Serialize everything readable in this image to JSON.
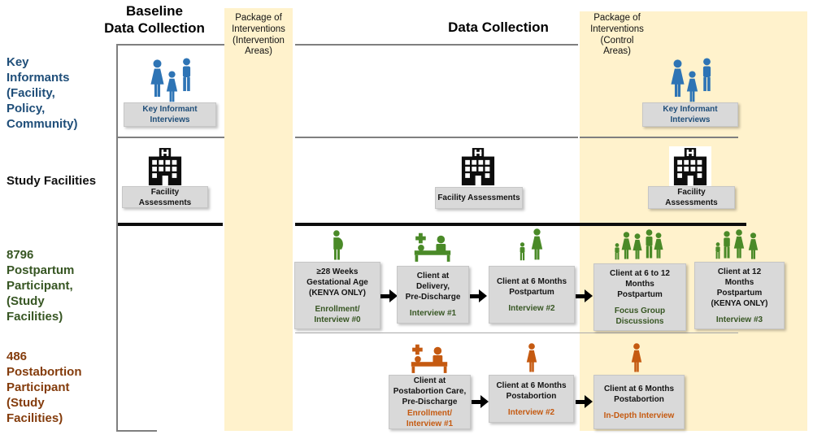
{
  "colors": {
    "band_yellow": "#FFF2CC",
    "box_gray": "#D9D9D9",
    "blue_label": "#1F4E79",
    "blue_icon": "#2E74B5",
    "green_label": "#375623",
    "green_icon": "#4A8A28",
    "orange_label": "#843C0C",
    "orange_icon": "#C55A11",
    "line_gray": "#7F7F7F",
    "line_thick_black": "#0D0D0D"
  },
  "headers": {
    "baseline": "Baseline\nData Collection",
    "data_collection": "Data Collection",
    "package_intervention": "Package of\nInterventions\n(Intervention\nAreas)",
    "package_control": "Package of\nInterventions\n(Control\nAreas)"
  },
  "row_labels": {
    "key_informants": "Key\nInformants\n(Facility,\nPolicy,\nCommunity)",
    "study_facilities": "Study Facilities",
    "postpartum": "8796\nPostpartum\nParticipant,\n(Study\nFacilities)",
    "postabortion": "486\nPostabortion\nParticipant\n(Study\nFacilities)"
  },
  "key_informants_row": {
    "icon": "people-trio-icon",
    "left_box": "Key Informant\nInterviews",
    "right_box": "Key Informant\nInterviews"
  },
  "study_facilities_row": {
    "icon": "hospital-icon",
    "left_box": "Facility Assessments",
    "mid_box": "Facility Assessments",
    "right_box": "Facility Assessments"
  },
  "postpartum_row": {
    "boxes": [
      {
        "icon": "pregnant-woman-icon",
        "title": "≥28 Weeks\nGestational Age\n(KENYA ONLY)",
        "subtitle": "Enrollment/\nInterview #0"
      },
      {
        "icon": "delivery-bed-icon",
        "title": "Client at\nDelivery,\nPre-Discharge",
        "subtitle": "Interview #1"
      },
      {
        "icon": "mother-child-icon",
        "title": "Client at 6 Months\nPostpartum",
        "subtitle": "Interview #2"
      },
      {
        "icon": "people-group-icon",
        "title": "Client at 6 to 12\nMonths\nPostpartum",
        "subtitle": "Focus Group\nDiscussions"
      },
      {
        "icon": "family-group-icon",
        "title": "Client at 12\nMonths\nPostpartum\n(KENYA ONLY)",
        "subtitle": "Interview #3"
      }
    ]
  },
  "postabortion_row": {
    "boxes": [
      {
        "icon": "care-bed-icon",
        "title": "Client at\nPostabortion Care,\nPre-Discharge",
        "subtitle": "Enrollment/\nInterview #1"
      },
      {
        "icon": "woman-icon",
        "title": "Client at 6 Months\nPostabortion",
        "subtitle": "Interview #2"
      },
      {
        "icon": "woman-icon",
        "title": "Client at 6 Months\nPostabortion",
        "subtitle": "In-Depth Interview"
      }
    ]
  }
}
